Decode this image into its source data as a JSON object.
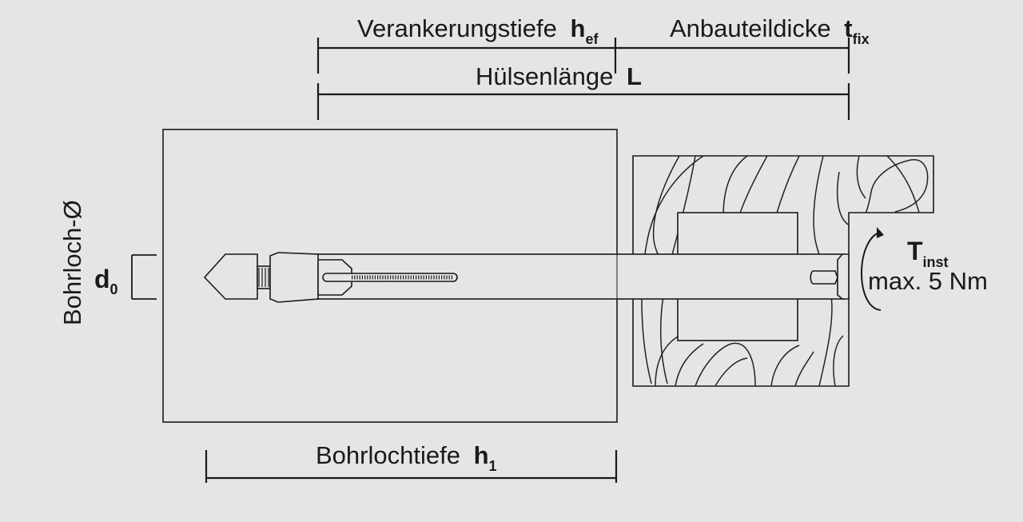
{
  "labels": {
    "verankerungstiefe": "Verankerungstiefe",
    "hef_main": "h",
    "hef_sub": "ef",
    "anbauteildicke": "Anbauteildicke",
    "tfix_main": "t",
    "tfix_sub": "fix",
    "huelsenlaenge": "Hülsenlänge",
    "L": "L",
    "bohrloch_d": "Bohrloch-Ø",
    "d0_main": "d",
    "d0_sub": "0",
    "bohrlochtiefe": "Bohrlochtiefe",
    "h1_main": "h",
    "h1_sub": "1",
    "tinst_main": "T",
    "tinst_sub": "inst",
    "torque": "max. 5 Nm"
  },
  "colors": {
    "background": "#e5e5e5",
    "line": "#1a1a1a"
  }
}
